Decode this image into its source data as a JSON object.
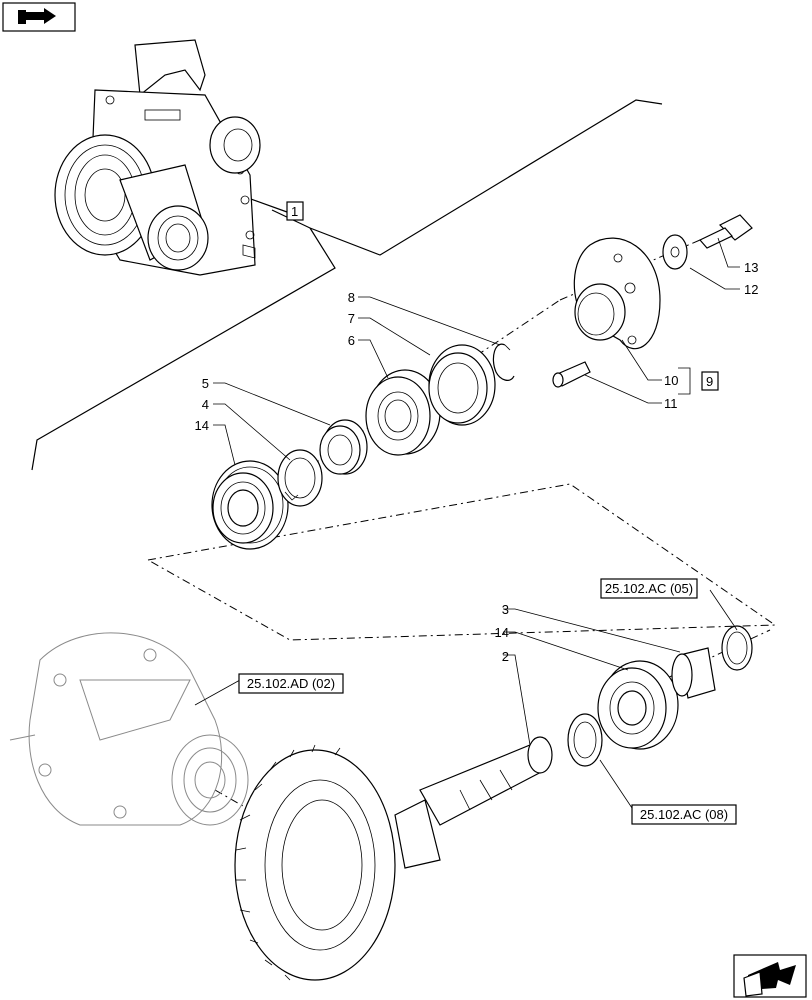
{
  "callouts": {
    "p1": "1",
    "p2": "2",
    "p3": "3",
    "p4": "4",
    "p5": "5",
    "p6": "6",
    "p7": "7",
    "p8": "8",
    "p9": "9",
    "p10": "10",
    "p11": "11",
    "p12": "12",
    "p13": "13",
    "p14a": "14",
    "p14b": "14"
  },
  "references": {
    "ref_ac05": "25.102.AC (05)",
    "ref_ac08": "25.102.AC (08)",
    "ref_ad02": "25.102.AD (02)"
  },
  "icons": {
    "top_left": "book-arrow-icon",
    "bottom_right": "next-page-arrow-icon"
  }
}
